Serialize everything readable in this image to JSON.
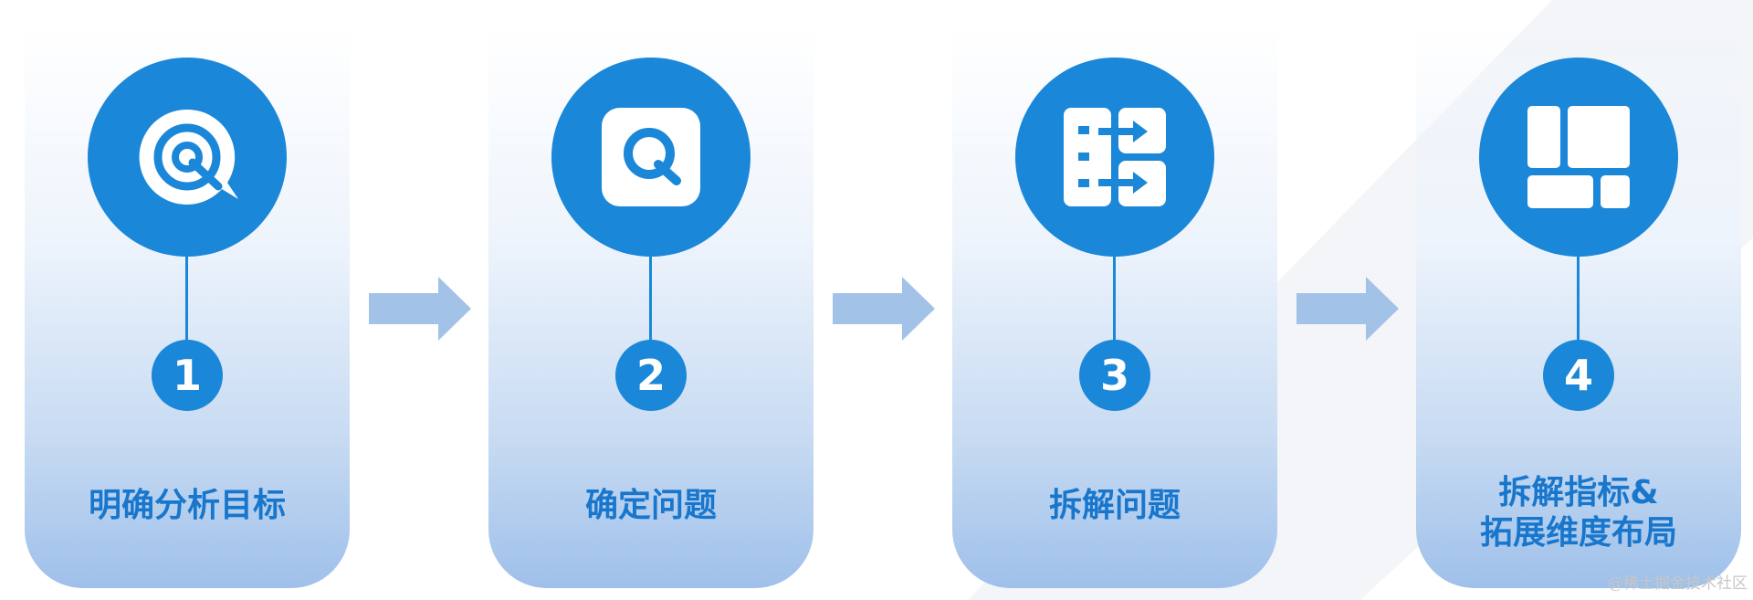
{
  "steps": [
    {
      "number": "1",
      "label_lines": [
        "明确分析目标"
      ],
      "icon": "target-chat-icon"
    },
    {
      "number": "2",
      "label_lines": [
        "确定问题"
      ],
      "icon": "question-q-icon"
    },
    {
      "number": "3",
      "label_lines": [
        "拆解问题"
      ],
      "icon": "split-flow-icon"
    },
    {
      "number": "4",
      "label_lines": [
        "拆解指标&",
        "拓展维度布局"
      ],
      "icon": "layout-grid-icon"
    }
  ],
  "watermark": "@稀土掘金技术社区",
  "colors": {
    "primary": "#1a87d8",
    "label": "#1877cc",
    "arrow": "#a3c2e8"
  }
}
